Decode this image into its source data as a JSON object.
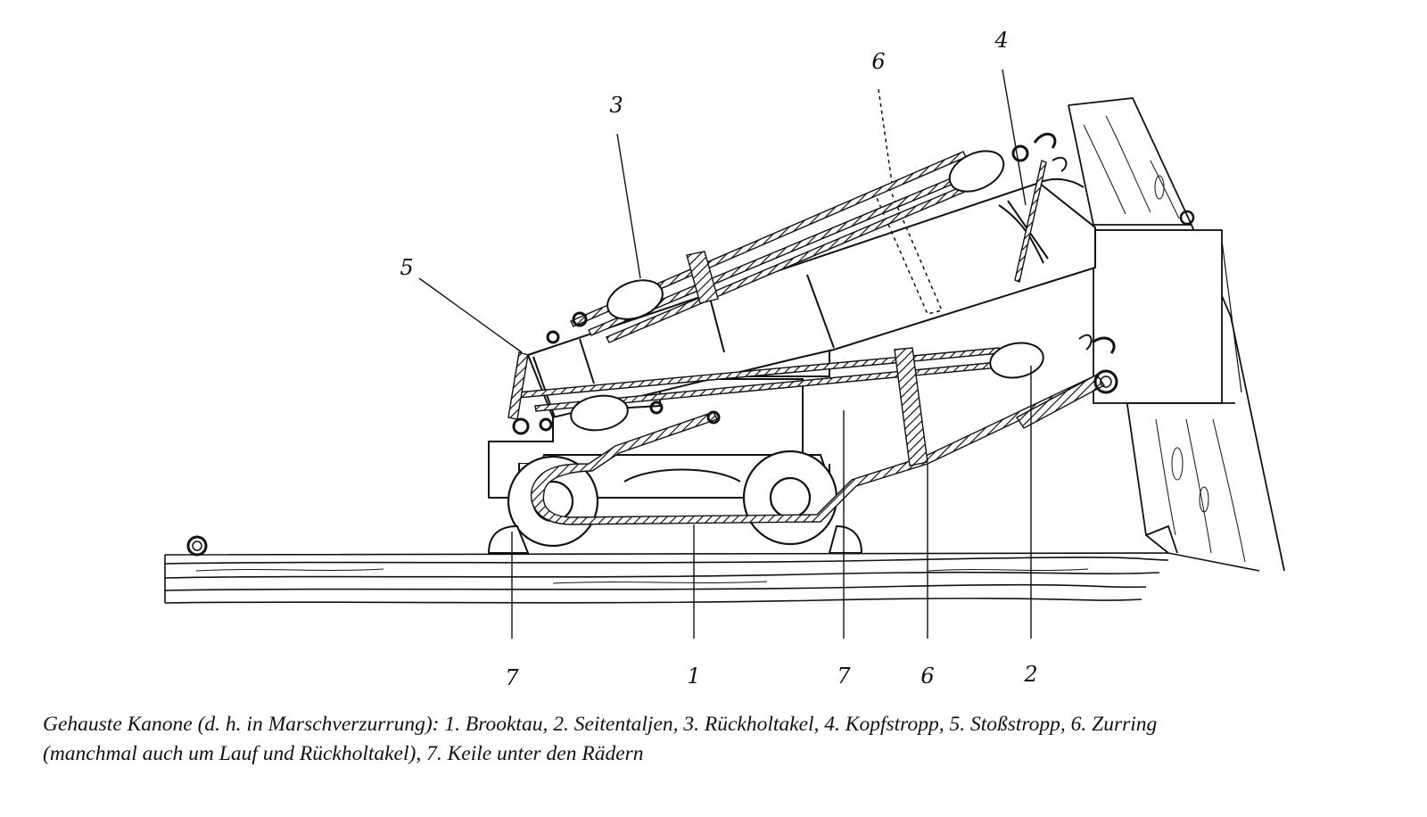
{
  "labels": {
    "top_6": "6",
    "top_4": "4",
    "top_3": "3",
    "left_5": "5",
    "bottom_7a": "7",
    "bottom_1": "1",
    "bottom_7b": "7",
    "bottom_6": "6",
    "bottom_2": "2"
  },
  "caption": {
    "line1": "Gehauste Kanone (d. h. in Marschverzurrung): 1. Brooktau, 2. Seitentaljen, 3. Rückholtakel, 4. Kopfstropp, 5. Stoßstropp, 6. Zurring",
    "line2": "(manchmal auch um Lauf und Rückholtakel), 7. Keile unter den Rädern"
  }
}
